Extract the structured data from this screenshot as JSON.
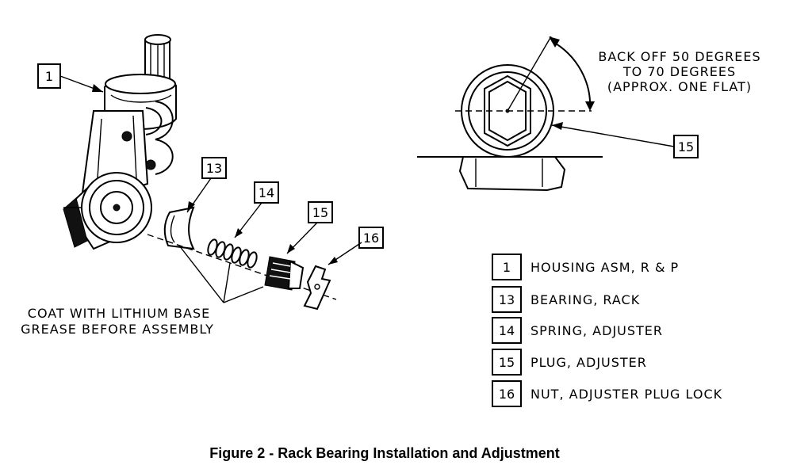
{
  "callouts": {
    "c1": "1",
    "c13": "13",
    "c14": "14",
    "c15": "15",
    "c16": "16",
    "c15_detail": "15"
  },
  "annotations": {
    "back_off_line1": "BACK OFF 50 DEGREES",
    "back_off_line2": "TO 70 DEGREES",
    "back_off_line3": "(APPROX. ONE FLAT)",
    "coat_line1": "COAT WITH LITHIUM BASE",
    "coat_line2": "GREASE BEFORE ASSEMBLY"
  },
  "legend": [
    {
      "number": "1",
      "description": "HOUSING ASM, R & P"
    },
    {
      "number": "13",
      "description": "BEARING, RACK"
    },
    {
      "number": "14",
      "description": "SPRING, ADJUSTER"
    },
    {
      "number": "15",
      "description": "PLUG, ADJUSTER"
    },
    {
      "number": "16",
      "description": "NUT, ADJUSTER PLUG LOCK"
    }
  ],
  "caption": "Figure 2 - Rack Bearing Installation and Adjustment"
}
